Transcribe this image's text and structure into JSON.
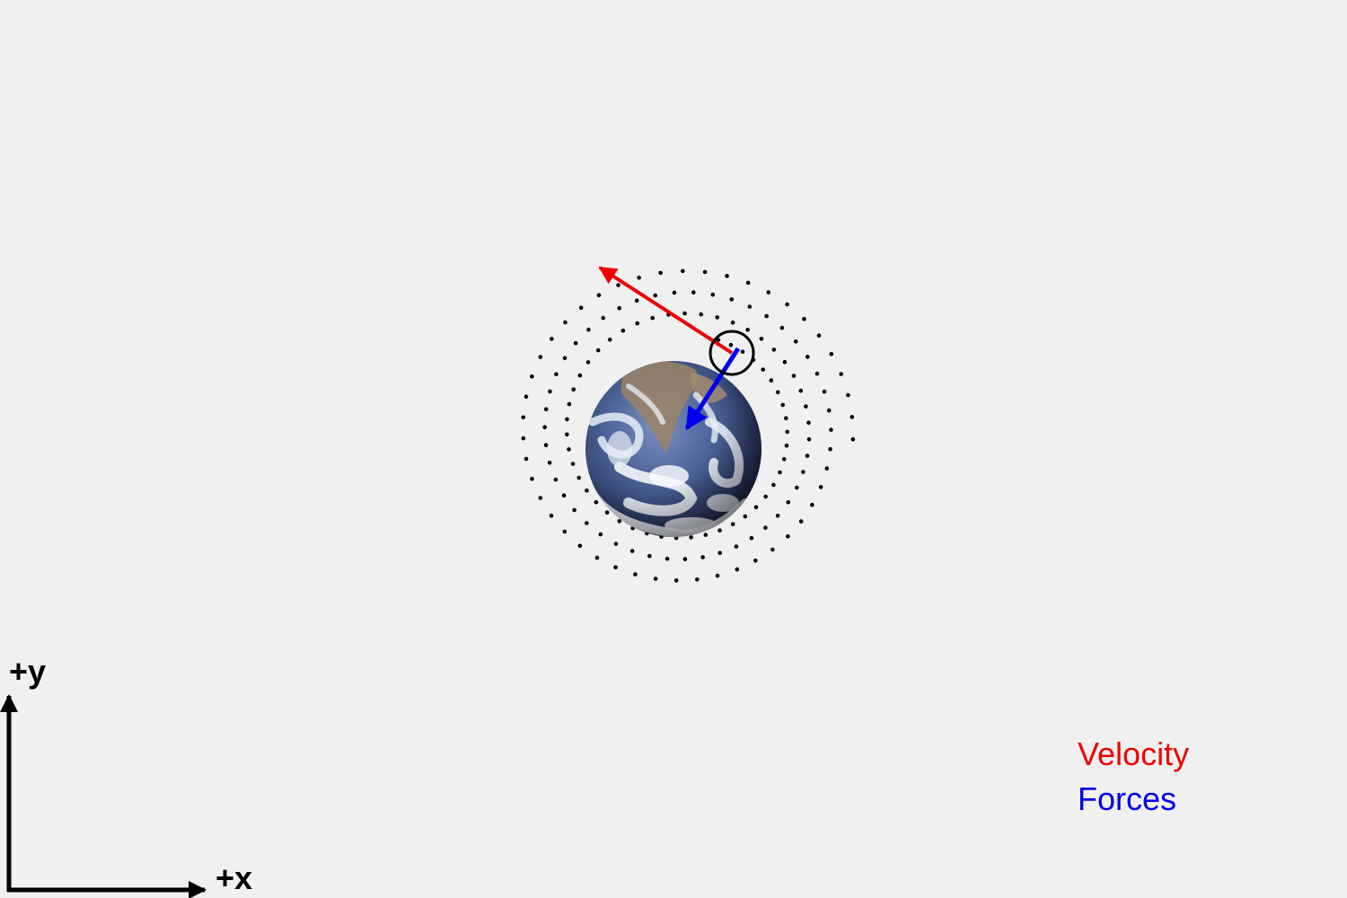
{
  "axes": {
    "x_label": "+x",
    "y_label": "+y"
  },
  "legend": {
    "velocity_label": "Velocity",
    "forces_label": "Forces"
  },
  "colors": {
    "background": "#f0f0f0",
    "velocity": "#ee0000",
    "forces": "#0000ee",
    "trail": "#000000",
    "satellite_outline": "#000000"
  },
  "scene": {
    "central_body": "earth-image",
    "satellite": "circle-marker",
    "trail": "dotted-spiral-orbit"
  }
}
